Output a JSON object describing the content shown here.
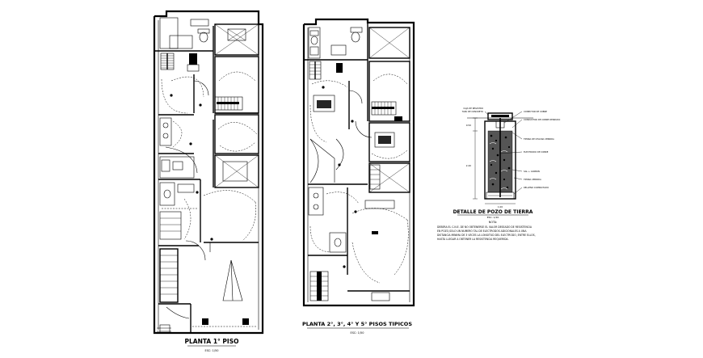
{
  "drawing": {
    "plan_1": {
      "title": "PLANTA 1° PISO",
      "scale": "ESC: 1/50"
    },
    "plan_2": {
      "title": "PLANTA 2°, 3°, 4° Y 5° PISOS TIPICOS",
      "scale": "ESC: 1/50"
    },
    "detail": {
      "title": "DETALLE DE POZO DE TIERRA",
      "subtitle": "ESC: 1/20",
      "note_heading": "NOTA:",
      "note_lines": [
        "DEBERA EL C.N.E. DE NO OBTENERSE EL VALOR DESEADO DE RESISTENCIA",
        "EN POZO,SOLO UN NUMERO TAL DE ELECTRODOS ADICIONALES A UNA",
        "DISTANCIA MINIMA DE 3 VECES LA LONGITUD DEL ELECTRODO, ENTRE ELLOS,",
        "HASTA LLEGAR A OBTENER LA RESISTENCIA REQUERIDA."
      ],
      "callouts_left": [
        "CAJA DE REGISTRO",
        "TAPA DE CONCRETO"
      ],
      "callouts_right": [
        "CONECTOR DE COBRE",
        "CONDUCTOR DE COBRE DESNUDO",
        "TIERRA DE CHACRA CERNIDA",
        "ELECTRODO DE COBRE",
        "SAL + CARBON",
        "TIERRA CERNIDA",
        "RELLENO COMPACTADO"
      ],
      "dims": [
        "0.50",
        "2.40",
        "1.00"
      ]
    }
  }
}
